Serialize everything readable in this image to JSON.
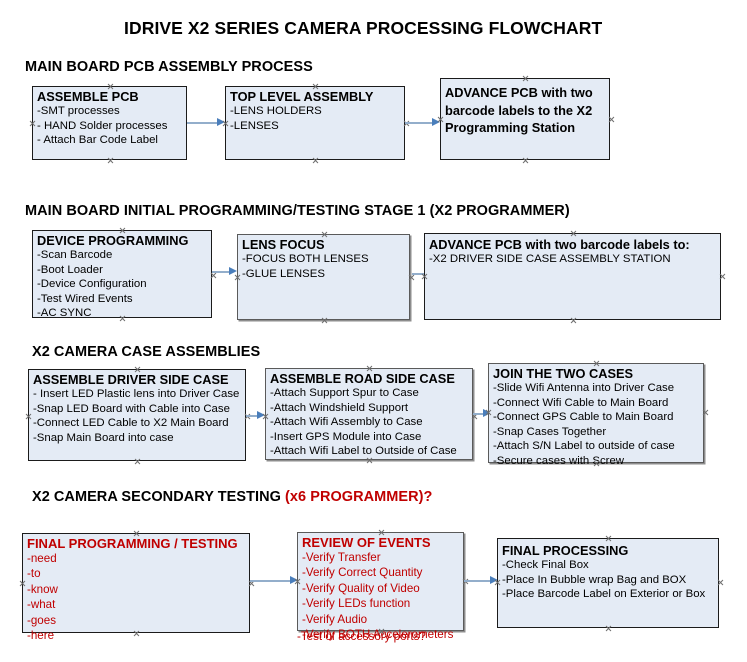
{
  "document": {
    "title": "IDRIVE X2  SERIES CAMERA PROCESSING FLOWCHART"
  },
  "theme": {
    "box_fill": "#e4ebf5",
    "box_border": "#1b1b1b",
    "connector_shaft": "#93aecb",
    "connector_head": "#4a7ebb",
    "text": "#000000",
    "accent_red": "#c00000"
  },
  "sections": [
    {
      "header": "MAIN BOARD PCB ASSEMBLY PROCESS",
      "header_accent": "",
      "nodes": [
        {
          "title": "ASSEMBLE PCB",
          "lines": [
            "-SMT processes",
            "- HAND Solder processes",
            "- Attach Bar Code Label"
          ]
        },
        {
          "title": "TOP LEVEL ASSEMBLY",
          "lines": [
            "-LENS HOLDERS",
            "-LENSES"
          ]
        },
        {
          "title": "ADVANCE PCB with two barcode labels to the  X2 Programming Station",
          "lines": []
        }
      ]
    },
    {
      "header": "MAIN BOARD INITIAL PROGRAMMING/TESTING STAGE 1 (X2 PROGRAMMER)",
      "header_accent": "",
      "nodes": [
        {
          "title": "DEVICE PROGRAMMING",
          "lines": [
            "-Scan Barcode",
            "-Boot Loader",
            "-Device Configuration",
            "-Test Wired Events",
            "-AC SYNC"
          ]
        },
        {
          "title": "LENS FOCUS",
          "lines": [
            "-FOCUS BOTH LENSES",
            "-GLUE LENSES"
          ]
        },
        {
          "title": "ADVANCE PCB with two barcode labels to:",
          "lines": [
            "-X2 DRIVER  SIDE  CASE  ASSEMBLY STATION"
          ]
        }
      ]
    },
    {
      "header": "X2 CAMERA CASE ASSEMBLIES",
      "header_accent": "",
      "nodes": [
        {
          "title": "ASSEMBLE DRIVER SIDE CASE",
          "lines": [
            "- Insert LED Plastic lens into Driver Case",
            "-Snap LED Board with Cable into Case",
            "-Connect LED Cable to X2 Main Board",
            "-Snap Main Board into case"
          ]
        },
        {
          "title": "ASSEMBLE ROAD SIDE CASE",
          "lines": [
            "-Attach Support Spur to Case",
            "-Attach Windshield Support",
            "-Attach Wifi Assembly to Case",
            "-Insert GPS Module into Case",
            "-Attach Wifi Label to Outside of Case"
          ]
        },
        {
          "title": "JOIN THE TWO CASES",
          "lines": [
            "-Slide Wifi Antenna into Driver Case",
            "-Connect Wifi Cable to Main Board",
            "-Connect GPS Cable to Main Board",
            "-Snap Cases Together",
            "-Attach S/N Label to outside of case",
            "-Secure cases with Screw"
          ]
        }
      ]
    },
    {
      "header": "X2 CAMERA SECONDARY TESTING ",
      "header_accent": "(x6 PROGRAMMER)?",
      "nodes": [
        {
          "title": "FINAL PROGRAMMING / TESTING",
          "lines": [
            "-need",
            "-to",
            "-know",
            "-what",
            "-goes",
            "-here"
          ]
        },
        {
          "title": "REVIEW OF EVENTS",
          "lines": [
            "-Verify Transfer",
            "-Verify Correct Quantity",
            "-Verify Quality of Video",
            "-Verify LEDs function",
            "-Verify Audio",
            "-Verify BOTH Accelerometers"
          ],
          "overflow_line": "-Test of accessory ports?"
        },
        {
          "title": "FINAL PROCESSING",
          "lines": [
            " -Check Final Box",
            "-Place In Bubble wrap Bag and BOX",
            "-Place Barcode Label on Exterior or Box"
          ]
        }
      ]
    }
  ]
}
